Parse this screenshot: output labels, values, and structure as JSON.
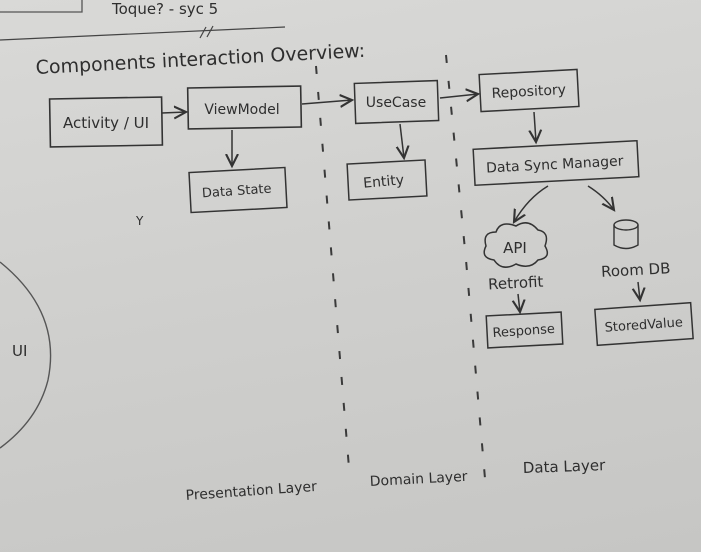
{
  "top_note": "Toque? - syc 5",
  "heading": "Components interaction Overview:",
  "boxes": {
    "activity_ui": "Activity / UI",
    "view_model": "ViewModel",
    "data_state": "Data State",
    "use_case": "UseCase",
    "entity": "Entity",
    "repository": "Repository",
    "data_sync_manager": "Data Sync Manager",
    "response": "Response",
    "stored_value": "StoredValue"
  },
  "api_cloud": "API",
  "retrofit": "Retrofit",
  "room_db": "Room DB",
  "side_circle_label": "UI",
  "stray_mark": "Y",
  "layers": {
    "presentation": "Presentation Layer",
    "domain": "Domain Layer",
    "data": "Data Layer"
  }
}
